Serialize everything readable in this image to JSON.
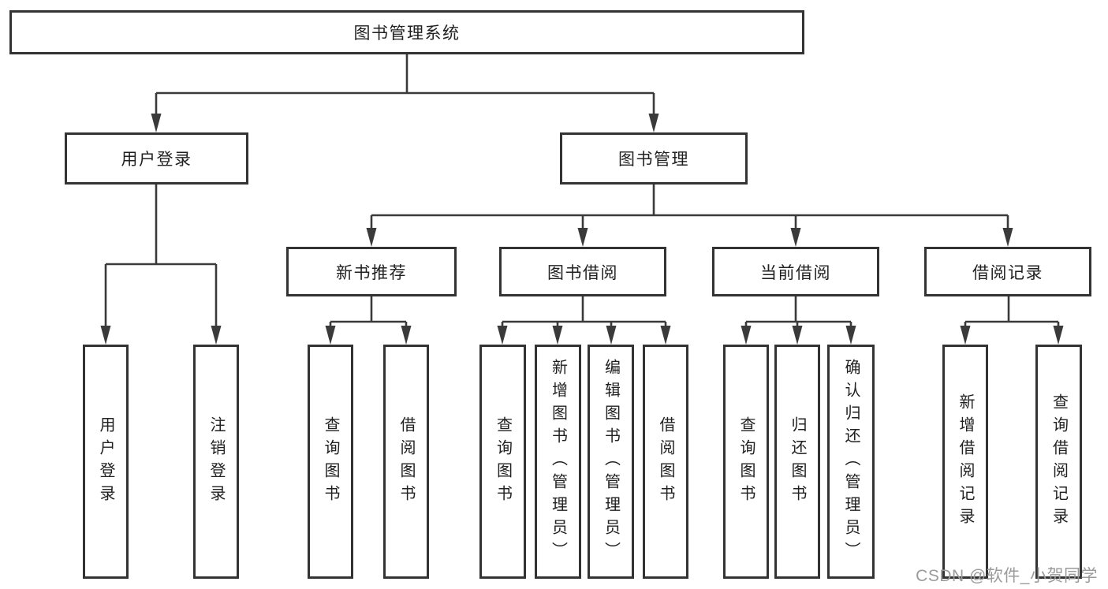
{
  "diagram": {
    "title": "图书管理系统",
    "branches": [
      {
        "label": "用户登录",
        "children": [
          {
            "label": "用户登录"
          },
          {
            "label": "注销登录"
          }
        ]
      },
      {
        "label": "图书管理",
        "children": [
          {
            "label": "新书推荐",
            "children": [
              {
                "label": "查询图书"
              },
              {
                "label": "借阅图书"
              }
            ]
          },
          {
            "label": "图书借阅",
            "children": [
              {
                "label": "查询图书"
              },
              {
                "label": "新增图书（管理员）"
              },
              {
                "label": "编辑图书（管理员）"
              },
              {
                "label": "借阅图书"
              }
            ]
          },
          {
            "label": "当前借阅",
            "children": [
              {
                "label": "查询图书"
              },
              {
                "label": "归还图书"
              },
              {
                "label": "确认归还（管理员）"
              }
            ]
          },
          {
            "label": "借阅记录",
            "children": [
              {
                "label": "新增借阅记录"
              },
              {
                "label": "查询借阅记录"
              }
            ]
          }
        ]
      }
    ]
  },
  "watermark": {
    "text": "CSDN @软件_小贺同学",
    "color": "#9b9b9b"
  },
  "colors": {
    "line": "#3a3a3a",
    "box_border": "#333333",
    "text": "#212121",
    "background": "#ffffff"
  }
}
